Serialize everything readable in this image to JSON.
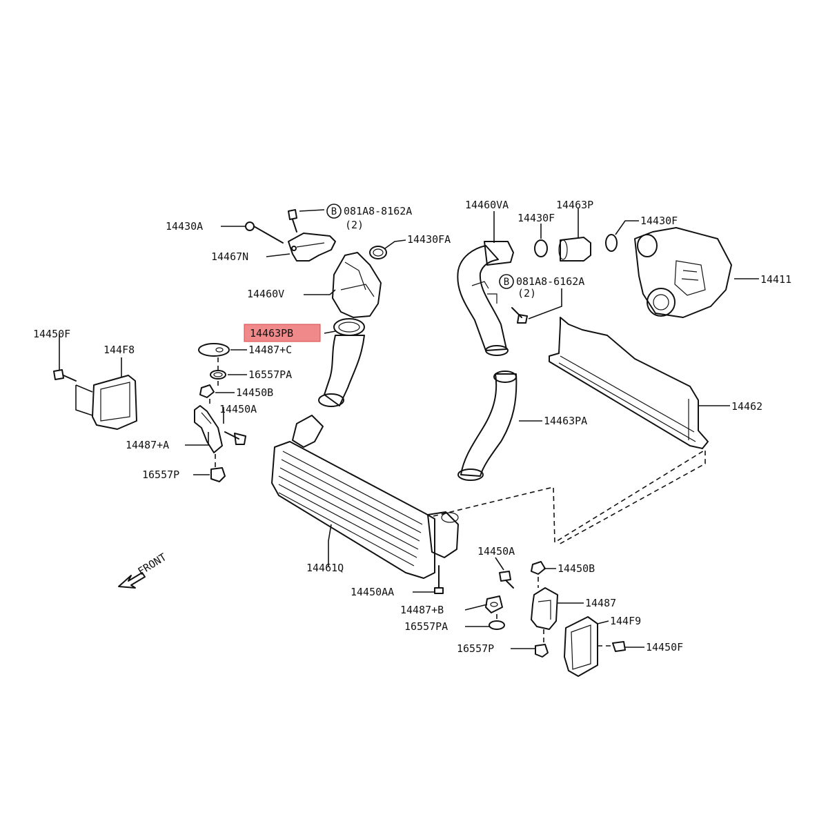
{
  "labels": {
    "p14430A": "14430A",
    "p081A8_8162A": "081A8-8162A",
    "p081A8_8162A_qty": "(2)",
    "p14467N": "14467N",
    "p14430FA": "14430FA",
    "p14460V": "14460V",
    "p14463PB": "14463PB",
    "p14487C": "14487+C",
    "p16557PA_left": "16557PA",
    "p14450B_left": "14450B",
    "p14450A_left": "14450A",
    "p14487A": "14487+A",
    "p16557P_left": "16557P",
    "p14450F_left": "14450F",
    "p144F8": "144F8",
    "p14460VA": "14460VA",
    "p14463P": "14463P",
    "p14430F_a": "14430F",
    "p14430F_b": "14430F",
    "p14411": "14411",
    "p081A8_6162A": "081A8-6162A",
    "p081A8_6162A_qty": "(2)",
    "p14462": "14462",
    "p14463PA": "14463PA",
    "p14461Q": "14461Q",
    "p14450AA": "14450AA",
    "p14450A_right": "14450A",
    "p14450B_right": "14450B",
    "p14487": "14487",
    "p14487B": "14487+B",
    "p16557PA_right": "16557PA",
    "p16557P_right": "16557P",
    "p144F9": "144F9",
    "p14450F_right": "14450F",
    "front": "FRONT",
    "bolt_marker": "B"
  },
  "highlight": {
    "part": "14463PB",
    "color": "#f08a8a"
  }
}
